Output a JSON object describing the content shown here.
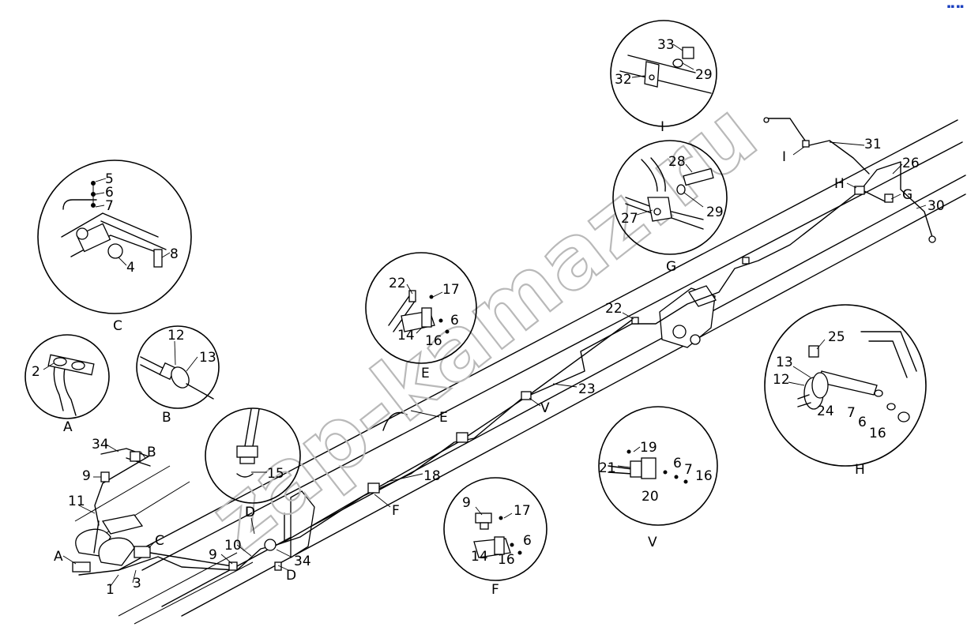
{
  "watermark": "zap-kamaz.ru",
  "logo_text": "",
  "callouts": {
    "n1": "1",
    "n2": "2",
    "n3": "3",
    "n4": "4",
    "n5": "5",
    "n6": "6",
    "n7": "7",
    "n8": "8",
    "n9": "9",
    "n10": "10",
    "n11": "11",
    "n12": "12",
    "n13": "13",
    "n14": "14",
    "n15": "15",
    "n16": "16",
    "n17": "17",
    "n18": "18",
    "n19": "19",
    "n20": "20",
    "n21": "21",
    "n22": "22",
    "n23": "23",
    "n24": "24",
    "n25": "25",
    "n26": "26",
    "n27": "27",
    "n28": "28",
    "n29": "29",
    "n30": "30",
    "n31": "31",
    "n32": "32",
    "n33": "33",
    "n34": "34"
  },
  "views": {
    "A": "A",
    "B": "B",
    "C": "C",
    "D": "D",
    "E": "E",
    "F": "F",
    "G": "G",
    "H": "H",
    "I": "I",
    "V": "V"
  }
}
